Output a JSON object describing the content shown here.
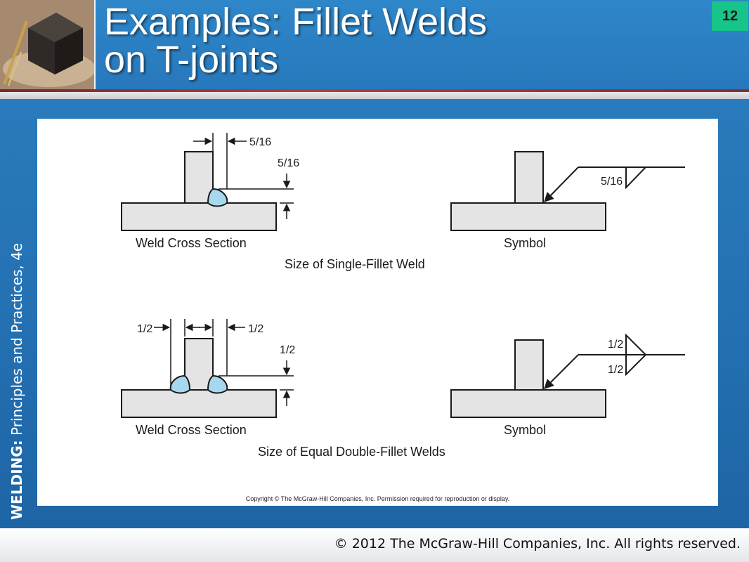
{
  "slide": {
    "title_line1": "Examples: Fillet Welds",
    "title_line2": "on T-joints",
    "number": "12"
  },
  "sidebar": {
    "book_title": "WELDING:",
    "book_subtitle": " Principles and Practices, 4e"
  },
  "figure": {
    "single": {
      "dim_horizontal": "5/16",
      "dim_vertical": "5/16",
      "symbol_size": "5/16",
      "cross_section_label": "Weld Cross Section",
      "symbol_label": "Symbol",
      "caption": "Size of Single-Fillet Weld"
    },
    "double": {
      "dim_left": "1/2",
      "dim_right": "1/2",
      "dim_vertical": "1/2",
      "symbol_size_top": "1/2",
      "symbol_size_bottom": "1/2",
      "cross_section_label": "Weld Cross Section",
      "symbol_label": "Symbol",
      "caption": "Size of Equal Double-Fillet Welds"
    },
    "copyright": "Copyright © The McGraw-Hill Companies, Inc. Permission required for reproduction or display."
  },
  "footer": {
    "copyright": "© 2012 The McGraw-Hill Companies, Inc. All rights reserved."
  },
  "colors": {
    "background": "#2471b3",
    "slide_number_bg": "#17c48a",
    "weld_fill": "#a8d8f0",
    "plate_fill": "#e4e4e4"
  }
}
